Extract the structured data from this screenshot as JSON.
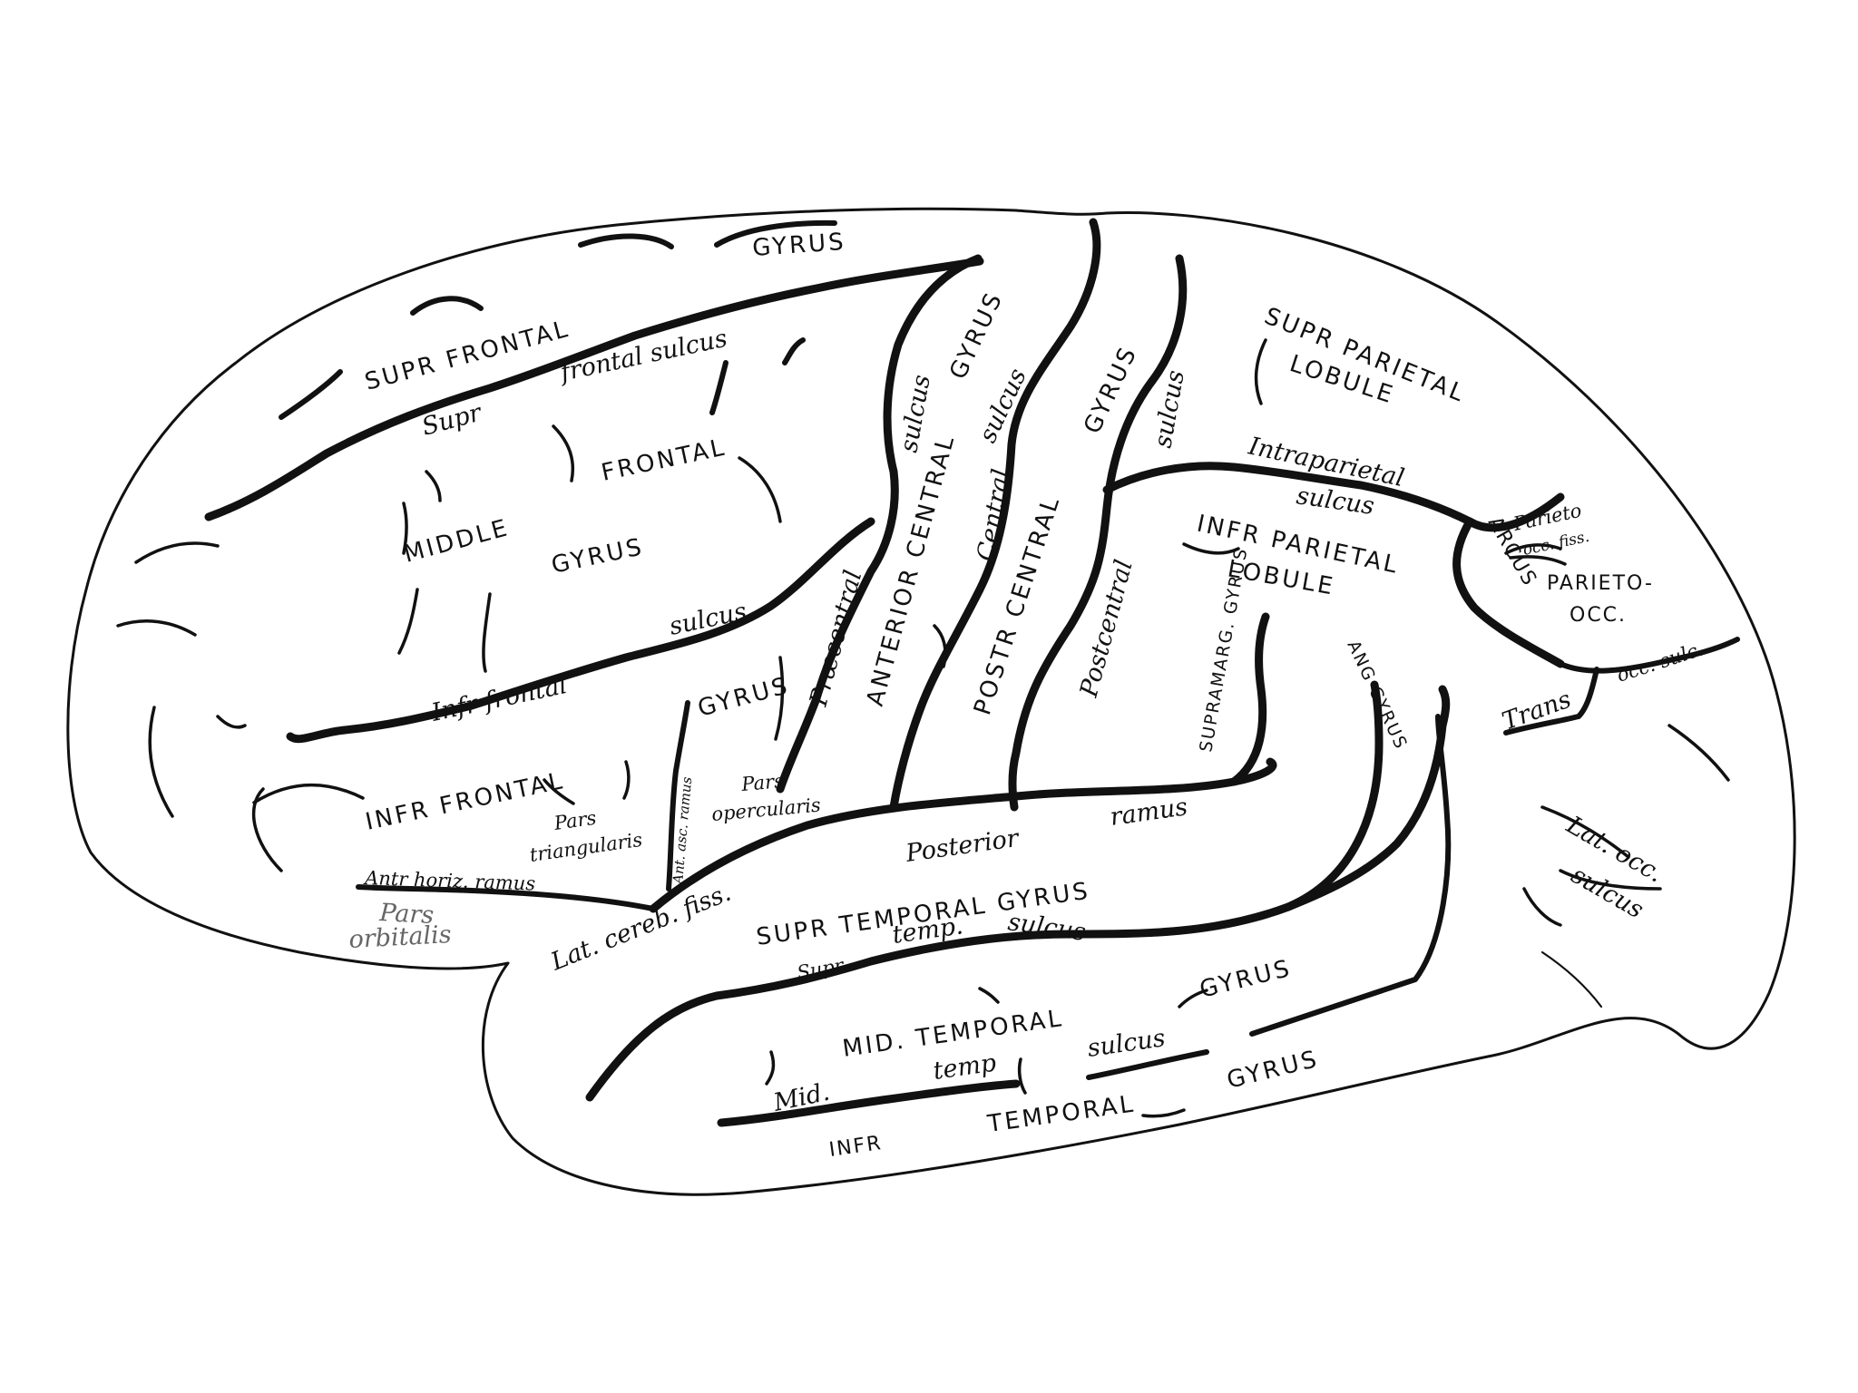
{
  "labels": {
    "sup_frontal_1": "SUPR FRONTAL",
    "sup_frontal_2": "GYRUS",
    "supr_frontal_sulcus_1": "Supr",
    "supr_frontal_sulcus_2": "frontal sulcus",
    "middle_frontal_1": "MIDDLE",
    "middle_frontal_2": "FRONTAL",
    "middle_frontal_3": "GYRUS",
    "infr_frontal_sulcus_1": "Infr frontal",
    "infr_frontal_sulcus_2": "sulcus",
    "inf_frontal_1": "INFR FRONTAL",
    "inf_frontal_2": "GYRUS",
    "pars_triangularis_1": "Pars",
    "pars_triangularis_2": "triangularis",
    "pars_opercularis_1": "Pars",
    "pars_opercularis_2": "opercularis",
    "ant_asc_ramus": "Ant. asc. ramus",
    "ant_horiz_ramus": "Antr horiz. ramus",
    "pars_orbitalis_1": "Pars",
    "pars_orbitalis_2": "orbitalis",
    "praecentral_1": "Præcentral",
    "praecentral_2": "sulcus",
    "anterior_central_1": "ANTERIOR CENTRAL",
    "anterior_central_2": "GYRUS",
    "central_sulcus_1": "Central",
    "central_sulcus_2": "sulcus",
    "posterior_central_1": "POSTR CENTRAL",
    "posterior_central_2": "GYRUS",
    "postcentral_1": "Postcentral",
    "postcentral_2": "sulcus",
    "sup_parietal_1": "SUPR PARIETAL",
    "sup_parietal_2": "LOBULE",
    "intraparietal_1": "Intraparietal",
    "intraparietal_2": "sulcus",
    "inf_parietal_1": "INFR PARIETAL",
    "inf_parietal_2": "LOBULE",
    "supramarg": "SUPRAMARG. GYRUS",
    "ang_gyrus": "ANG GYRUS",
    "arcus_parieto_1": "ARCUS",
    "arcus_parieto_2": "PARIETO-",
    "arcus_parieto_3": "OCC.",
    "parieto_occ_fiss_1": "Parieto",
    "parieto_occ_fiss_2": "occ. fiss.",
    "trans_occ_sulc_1": "Trans",
    "trans_occ_sulc_2": "occ. sulc.",
    "lat_occ_1": "Lat. occ.",
    "lat_occ_2": "sulcus",
    "posterior_ramus_1": "Posterior",
    "posterior_ramus_2": "ramus",
    "lat_cereb_fiss": "Lat. cereb. fiss.",
    "sup_temporal": "SUPR TEMPORAL GYRUS",
    "supr_temp_sulcus_1": "Supr",
    "supr_temp_sulcus_2": "temp.",
    "supr_temp_sulcus_3": "sulcus",
    "mid_temporal_1": "MID. TEMPORAL",
    "mid_temporal_2": "GYRUS",
    "mid_temp_sulcus_1": "Mid.",
    "mid_temp_sulcus_2": "temp",
    "mid_temp_sulcus_3": "sulcus",
    "inf_temporal_1": "INFR",
    "inf_temporal_2": "TEMPORAL",
    "inf_temporal_3": "GYRUS"
  }
}
